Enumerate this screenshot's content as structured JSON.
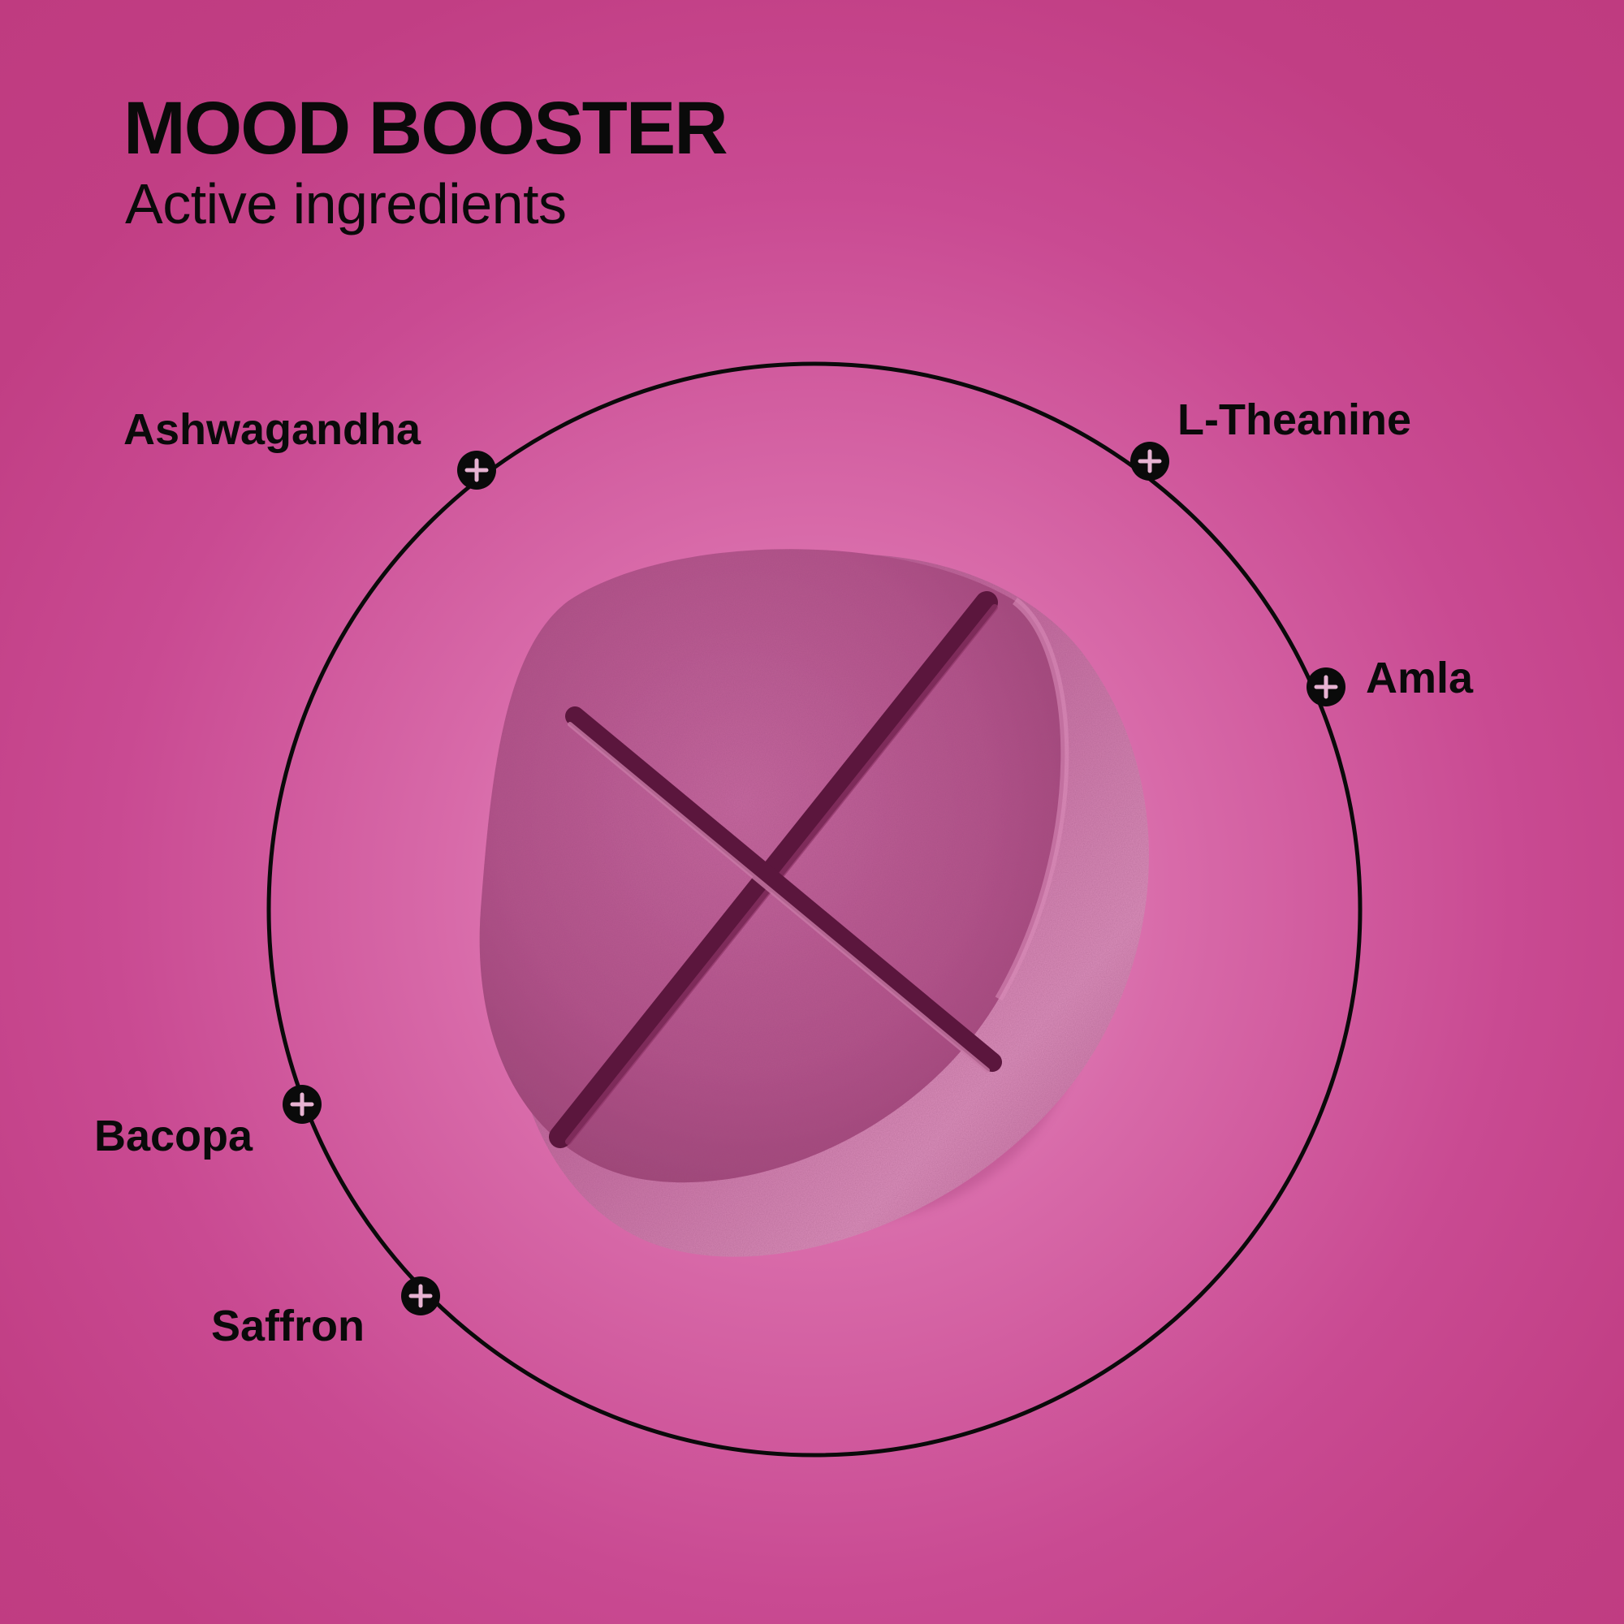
{
  "header": {
    "title": "MOOD BOOSTER",
    "subtitle": "Active ingredients"
  },
  "ingredients": [
    {
      "name": "Ashwagandha"
    },
    {
      "name": "L-Theanine"
    },
    {
      "name": "Amla"
    },
    {
      "name": "Bacopa"
    },
    {
      "name": "Saffron"
    }
  ],
  "colors": {
    "background": "#c13e84",
    "background_glow": "#e89bc8",
    "tablet": "#b9568f",
    "tablet_highlight": "#d783b3",
    "tablet_shadow": "#6e1f4c",
    "ink": "#0a0a0a"
  },
  "icons": {
    "marker": "plus-circle-icon"
  }
}
